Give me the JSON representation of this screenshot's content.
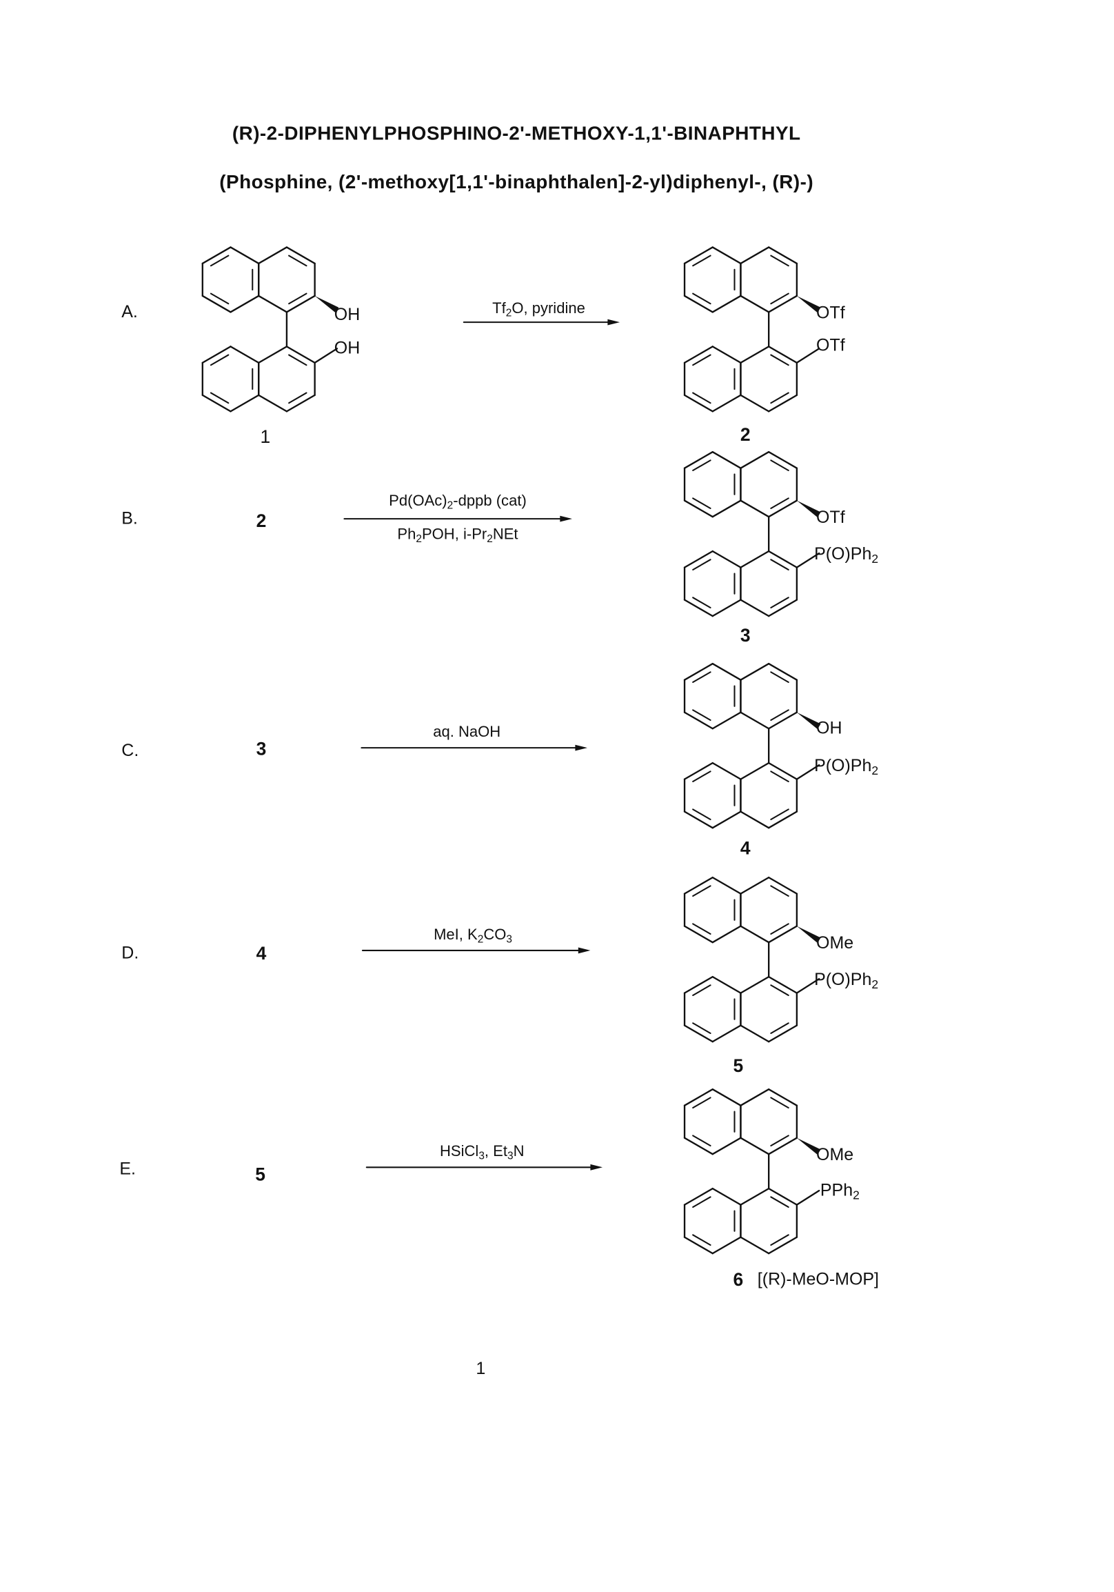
{
  "title": "(R)-2-DIPHENYLPHOSPHINO-2'-METHOXY-1,1'-BINAPHTHYL",
  "subtitle": "(Phosphine,  (2'-methoxy[1,1'-binaphthalen]-2-yl)diphenyl-,  (R)-)",
  "steps": [
    {
      "label": "A.",
      "reagent_above": [
        "Tf",
        {
          "sub": "2"
        },
        "O, pyridine"
      ],
      "reagent_below": []
    },
    {
      "label": "B.",
      "start": "2",
      "reagent_above": [
        "Pd(OAc)",
        {
          "sub": "2"
        },
        "-dppb (cat)"
      ],
      "reagent_below": [
        "Ph",
        {
          "sub": "2"
        },
        "POH, i-Pr",
        {
          "sub": "2"
        },
        "NEt"
      ]
    },
    {
      "label": "C.",
      "start": "3",
      "reagent_above": [
        "aq. NaOH"
      ],
      "reagent_below": []
    },
    {
      "label": "D.",
      "start": "4",
      "reagent_above": [
        "MeI, K",
        {
          "sub": "2"
        },
        "CO",
        {
          "sub": "3"
        }
      ],
      "reagent_below": []
    },
    {
      "label": "E.",
      "start": "5",
      "reagent_above": [
        "HSiCl",
        {
          "sub": "3"
        },
        ", Et",
        {
          "sub": "3"
        },
        "N"
      ],
      "reagent_below": []
    }
  ],
  "compounds": [
    {
      "number": "1",
      "top_sub": [
        "OH"
      ],
      "bottom_sub": [
        "OH"
      ]
    },
    {
      "number": "2",
      "top_sub": [
        "OTf"
      ],
      "bottom_sub": [
        "OTf"
      ]
    },
    {
      "number": "3",
      "top_sub": [
        "OTf"
      ],
      "bottom_sub": [
        "P(O)Ph",
        {
          "sub": "2"
        }
      ]
    },
    {
      "number": "4",
      "top_sub": [
        "OH"
      ],
      "bottom_sub": [
        "P(O)Ph",
        {
          "sub": "2"
        }
      ]
    },
    {
      "number": "5",
      "top_sub": [
        "OMe"
      ],
      "bottom_sub": [
        "P(O)Ph",
        {
          "sub": "2"
        }
      ]
    },
    {
      "number": "6",
      "name": "[(R)-MeO-MOP]",
      "top_sub": [
        "OMe"
      ],
      "bottom_sub": [
        "PPh",
        {
          "sub": "2"
        }
      ]
    }
  ],
  "page_number": "1"
}
